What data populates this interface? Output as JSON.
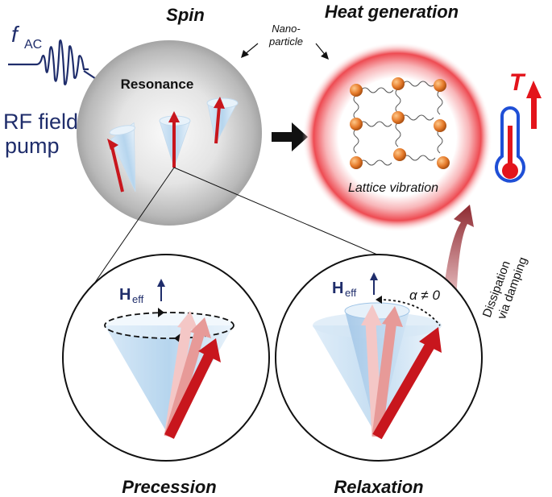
{
  "titles": {
    "spin": "Spin",
    "heat": "Heat generation",
    "precession": "Precession",
    "relaxation": "Relaxation"
  },
  "labels": {
    "f": "f",
    "f_sub": "AC",
    "rf_line1": "RF field",
    "rf_line2": "pump",
    "resonance": "Resonance",
    "nano_line1": "Nano-",
    "nano_line2": "particle",
    "lattice": "Lattice vibration",
    "temp": "T",
    "h_main": "H",
    "h_sub": "eff",
    "alpha": "α ≠ 0",
    "dissipation_line1": "Dissipation",
    "dissipation_line2": "via damping"
  },
  "colors": {
    "navy": "#1f2d6b",
    "red_arrow": "#c8161d",
    "heat_glow": "#e8323c",
    "atom": "#e0782b",
    "thermo_blue": "#1f4fd6",
    "thermo_red": "#e3141b",
    "cone": "#bcd9f0"
  },
  "icons": {
    "thermometer": "thermometer-icon",
    "sine_wave": "rf-wavepacket-icon",
    "right_arrow": "right-arrow-icon"
  }
}
